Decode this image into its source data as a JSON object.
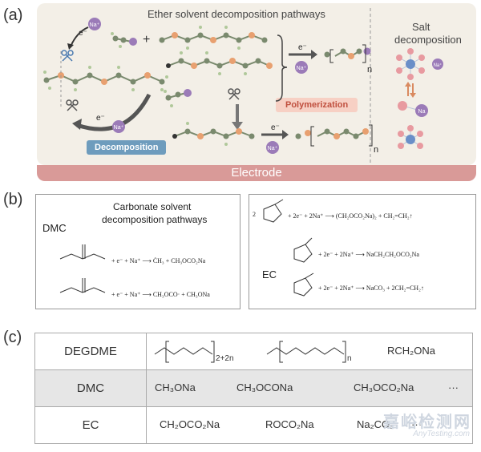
{
  "panel_a": {
    "label": "(a)",
    "ether_title": "Ether solvent decomposition pathways",
    "salt_title_line1": "Salt",
    "salt_title_line2": "decomposition",
    "polymerization": "Polymerization",
    "decomposition": "Decomposition",
    "electrode": "Electrode",
    "electron": "e⁻",
    "sodium": "Na⁺",
    "na_atom": "Na",
    "n_sub": "n"
  },
  "panel_b": {
    "label": "(b)",
    "carbonate_title_line1": "Carbonate solvent",
    "carbonate_title_line2": "decomposition pathways",
    "dmc_label": "DMC",
    "ec_label": "EC",
    "dmc_reactions": [
      "+ e⁻ + Na⁺ ⟶ ĊH₃ + CH₃OCO₂Na",
      "+ e⁻ + Na⁺ ⟶ CH₃OCO· + CH₃ONa"
    ],
    "ec_reactions": [
      "+ 2e⁻ + 2Na⁺ ⟶ (CH₂OCO₂Na)₂ + CH₂=CH₂↑",
      "+ 2e⁻ + 2Na⁺ ⟶ NaCH₂CH₂OCO₂Na",
      "+ 2e⁻ + 2Na⁺ ⟶ NaCO₃ + 2CH₂=CH₂↑"
    ],
    "ec_coefficient": "2"
  },
  "panel_c": {
    "label": "(c)",
    "rows": [
      {
        "name": "DEGDME",
        "items": [
          "2+2n",
          "n",
          "RCH₂ONa"
        ]
      },
      {
        "name": "DMC",
        "items": [
          "CH₃ONa",
          "CH₃OCONa",
          "CH₃OCO₂Na",
          "···"
        ]
      },
      {
        "name": "EC",
        "items": [
          "CH₂OCO₂Na",
          "ROCO₂Na",
          "Na₂CO₃",
          "···"
        ]
      }
    ]
  },
  "watermark": {
    "cn": "嘉峪检测网",
    "en": "AnyTesting.com"
  },
  "colors": {
    "panel_bg": "#f3efe7",
    "electrode": "#d99a98",
    "carbon": "#7a8a6e",
    "oxygen": "#e8a070",
    "hydrogen": "#b0c89a",
    "sodium": "#9b7bb8",
    "fluorine": "#e89aa0",
    "phosphorus": "#6a8fc8",
    "decomp_chip": "#6e9cbd",
    "poly_chip": "#f7d0c4"
  }
}
